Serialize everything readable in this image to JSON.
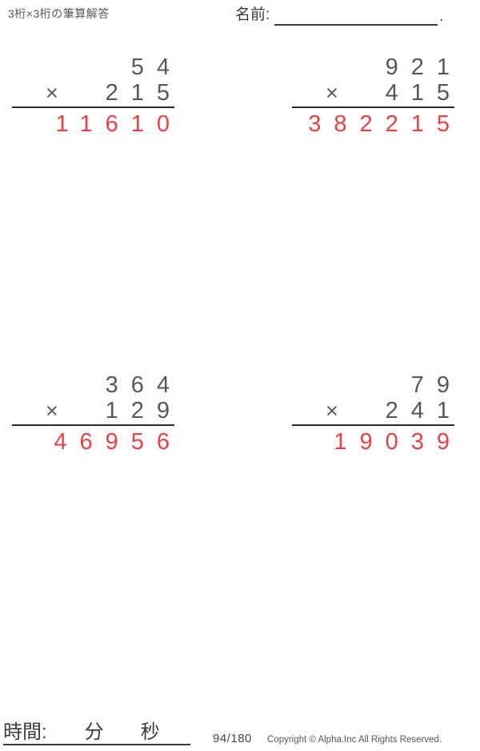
{
  "header": {
    "title": "3桁×3桁の筆算解答",
    "name_label": "名前:",
    "name_suffix": "."
  },
  "problems": [
    {
      "multiplicand": "54",
      "operator": "×",
      "multiplier": "215",
      "product": "11610"
    },
    {
      "multiplicand": "921",
      "operator": "×",
      "multiplier": "415",
      "product": "382215"
    },
    {
      "multiplicand": "364",
      "operator": "×",
      "multiplier": "129",
      "product": "46956"
    },
    {
      "multiplicand": "79",
      "operator": "×",
      "multiplier": "241",
      "product": "19039"
    }
  ],
  "footer": {
    "time_label": "時間:",
    "minutes_label": "分",
    "seconds_label": "秒",
    "page": "94/180",
    "copyright": "Copyright © Alpha.Inc All Rights Reserved."
  },
  "colors": {
    "digit_gray": "#595757",
    "answer_red": "#ee3e43",
    "rule_dark": "#2b2b2b",
    "text_dark": "#3e3a39"
  }
}
